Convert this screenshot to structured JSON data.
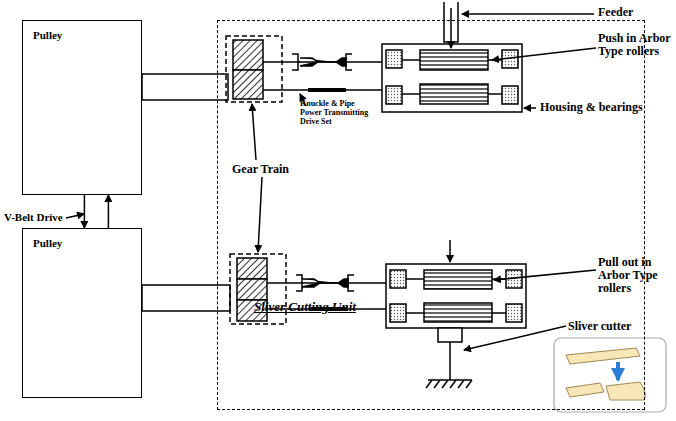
{
  "diagram": {
    "nodes": [
      {
        "text": [
          "Pulley"
        ]
      },
      {
        "text": [
          "Pulley"
        ]
      },
      {
        "text": [
          "Sliver Cutting Unit"
        ]
      }
    ],
    "edges": [
      {
        "from": 0,
        "to": 1,
        "arrow": "to"
      },
      {
        "from": 1,
        "to": 0,
        "arrow": "to"
      }
    ],
    "labels": [
      "Feeder",
      "Push in Arbor Type rollers",
      "Housing & bearings",
      "V-Belt Drive",
      "Gear Train",
      "Knuckle & Pipe Power Transmitting Drive Set",
      "Pull out in Arbor Type rollers",
      "Sliver cutter"
    ]
  }
}
